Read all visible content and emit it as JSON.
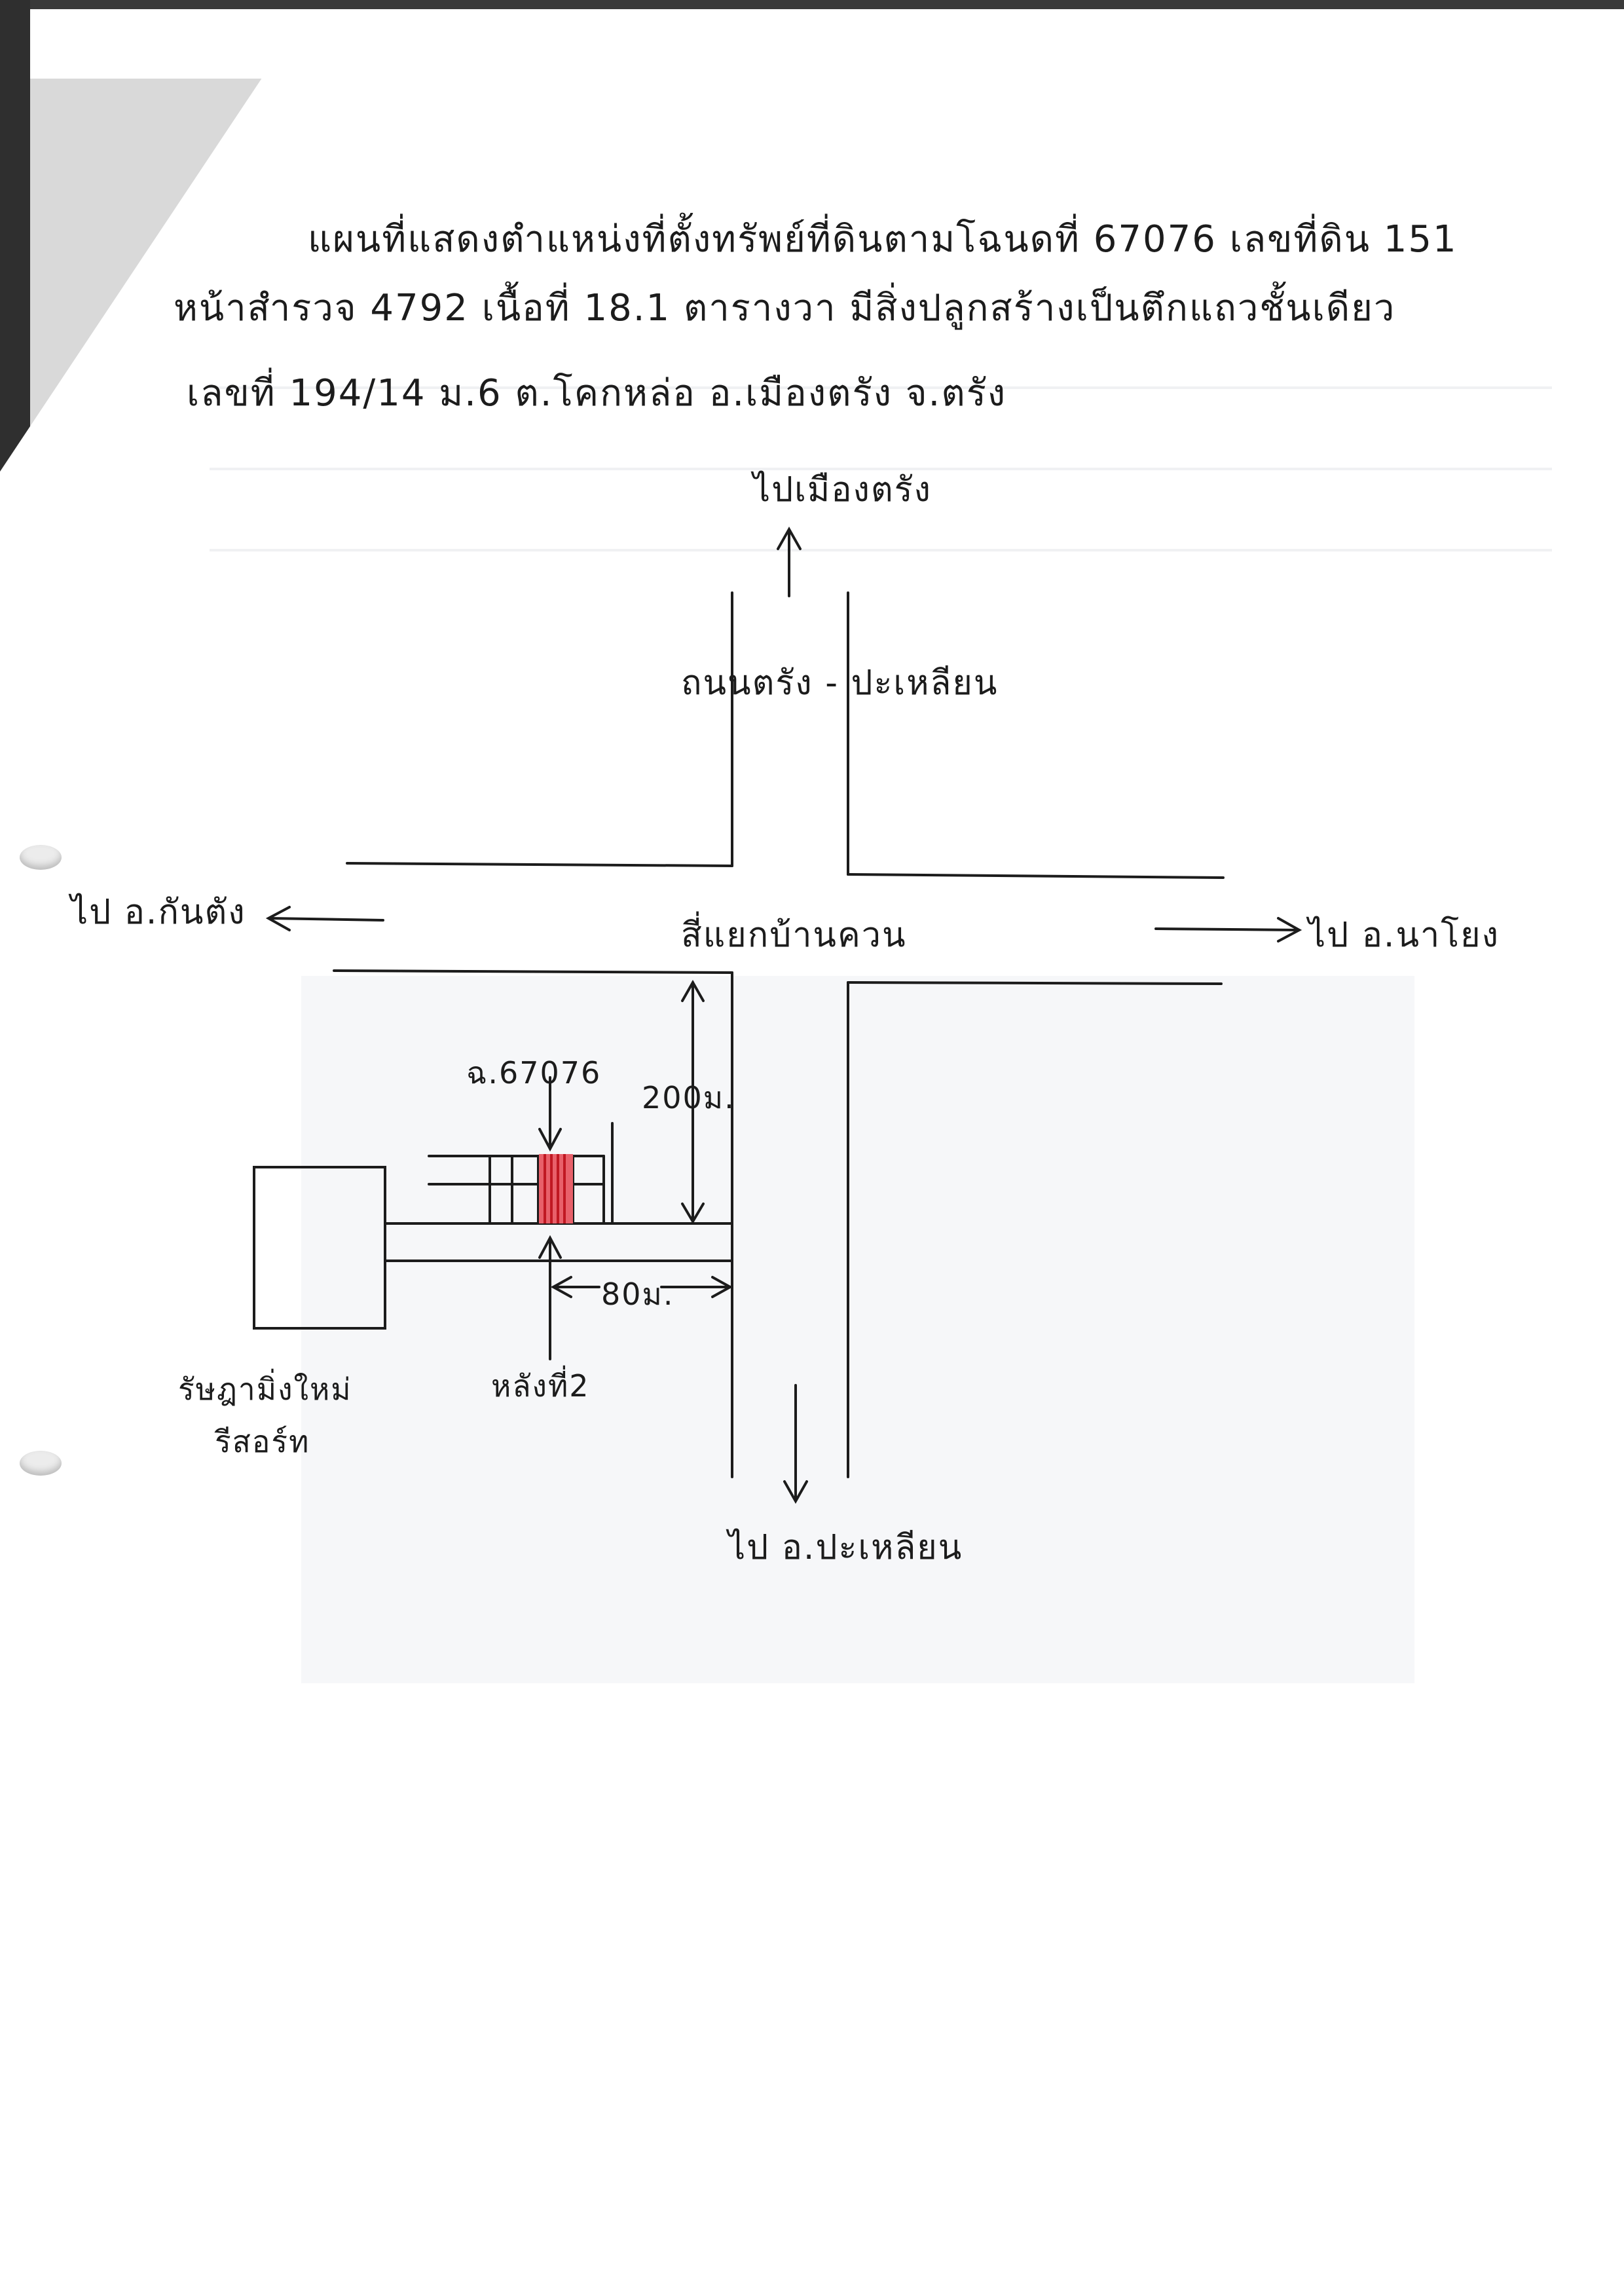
{
  "title": {
    "line1": "แผนที่แสดงตำแหน่งที่ตั้งทรัพย์ที่ดินตามโฉนดที่ 67076 เลขที่ดิน 151",
    "line2": "หน้าสำรวจ 4792 เนื้อที่ 18.1 ตารางวา มีสิ่งปลูกสร้างเป็นตึกแถวชั้นเดียว",
    "line3": "เลขที่ 194/14 ม.6 ต.โคกหล่อ อ.เมืองตรัง จ.ตรัง"
  },
  "map": {
    "north_destination": "ไปเมืองตรัง",
    "road_name": "ถนนตรัง - ปะเหลียน",
    "west_destination": "ไป อ.กันตัง",
    "east_destination": "ไป อ.นาโยง",
    "intersection": "สี่แยกบ้านควน",
    "south_destination": "ไป อ.ปะเหลียน",
    "deed_label": "ฉ.67076",
    "distance_vertical": "200ม.",
    "distance_horizontal": "80ม.",
    "building_label": "หลังที่2",
    "landmark_line1": "รัษฎามิ่งใหม่",
    "landmark_line2": "รีสอร์ท"
  },
  "colors": {
    "ink": "#1c1c1c",
    "plot_highlight": "#e8606a",
    "plot_hatch": "#c01822"
  }
}
